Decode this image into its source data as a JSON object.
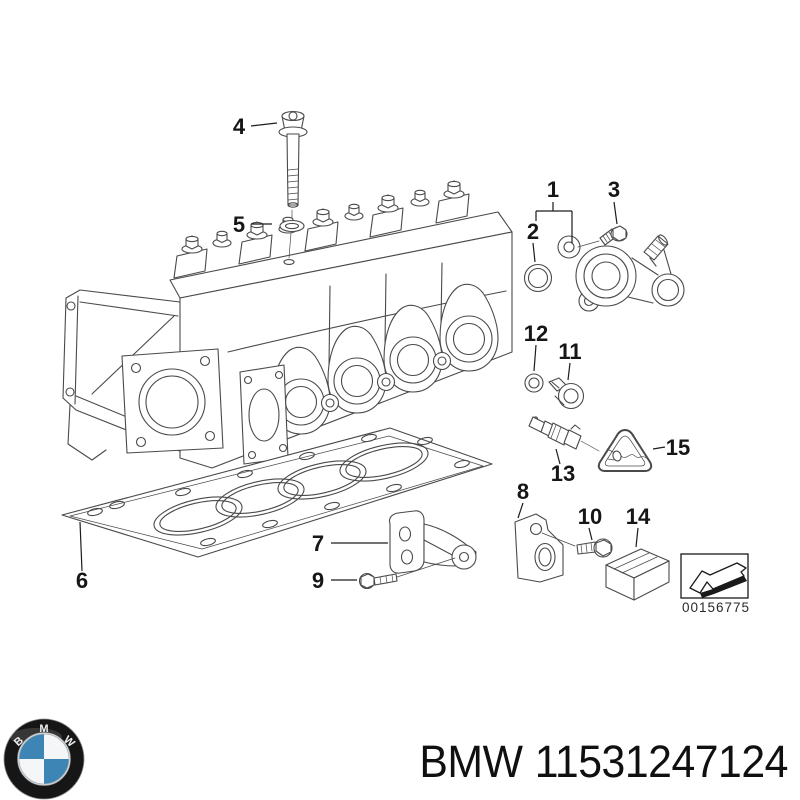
{
  "diagram": {
    "callouts": [
      {
        "label": "1"
      },
      {
        "label": "2"
      },
      {
        "label": "3"
      },
      {
        "label": "4"
      },
      {
        "label": "5"
      },
      {
        "label": "6"
      },
      {
        "label": "7"
      },
      {
        "label": "8"
      },
      {
        "label": "9"
      },
      {
        "label": "10"
      },
      {
        "label": "11"
      },
      {
        "label": "12"
      },
      {
        "label": "13"
      },
      {
        "label": "14"
      },
      {
        "label": "15"
      }
    ],
    "image_code": "00156775"
  },
  "footer": {
    "brand": "BMW",
    "part_number": "11531247124",
    "logo_letters": [
      "B",
      "M",
      "W"
    ]
  },
  "colors": {
    "line": "#4a4a4a",
    "label": "#161616",
    "bmw_blue": "#3c85b5"
  }
}
